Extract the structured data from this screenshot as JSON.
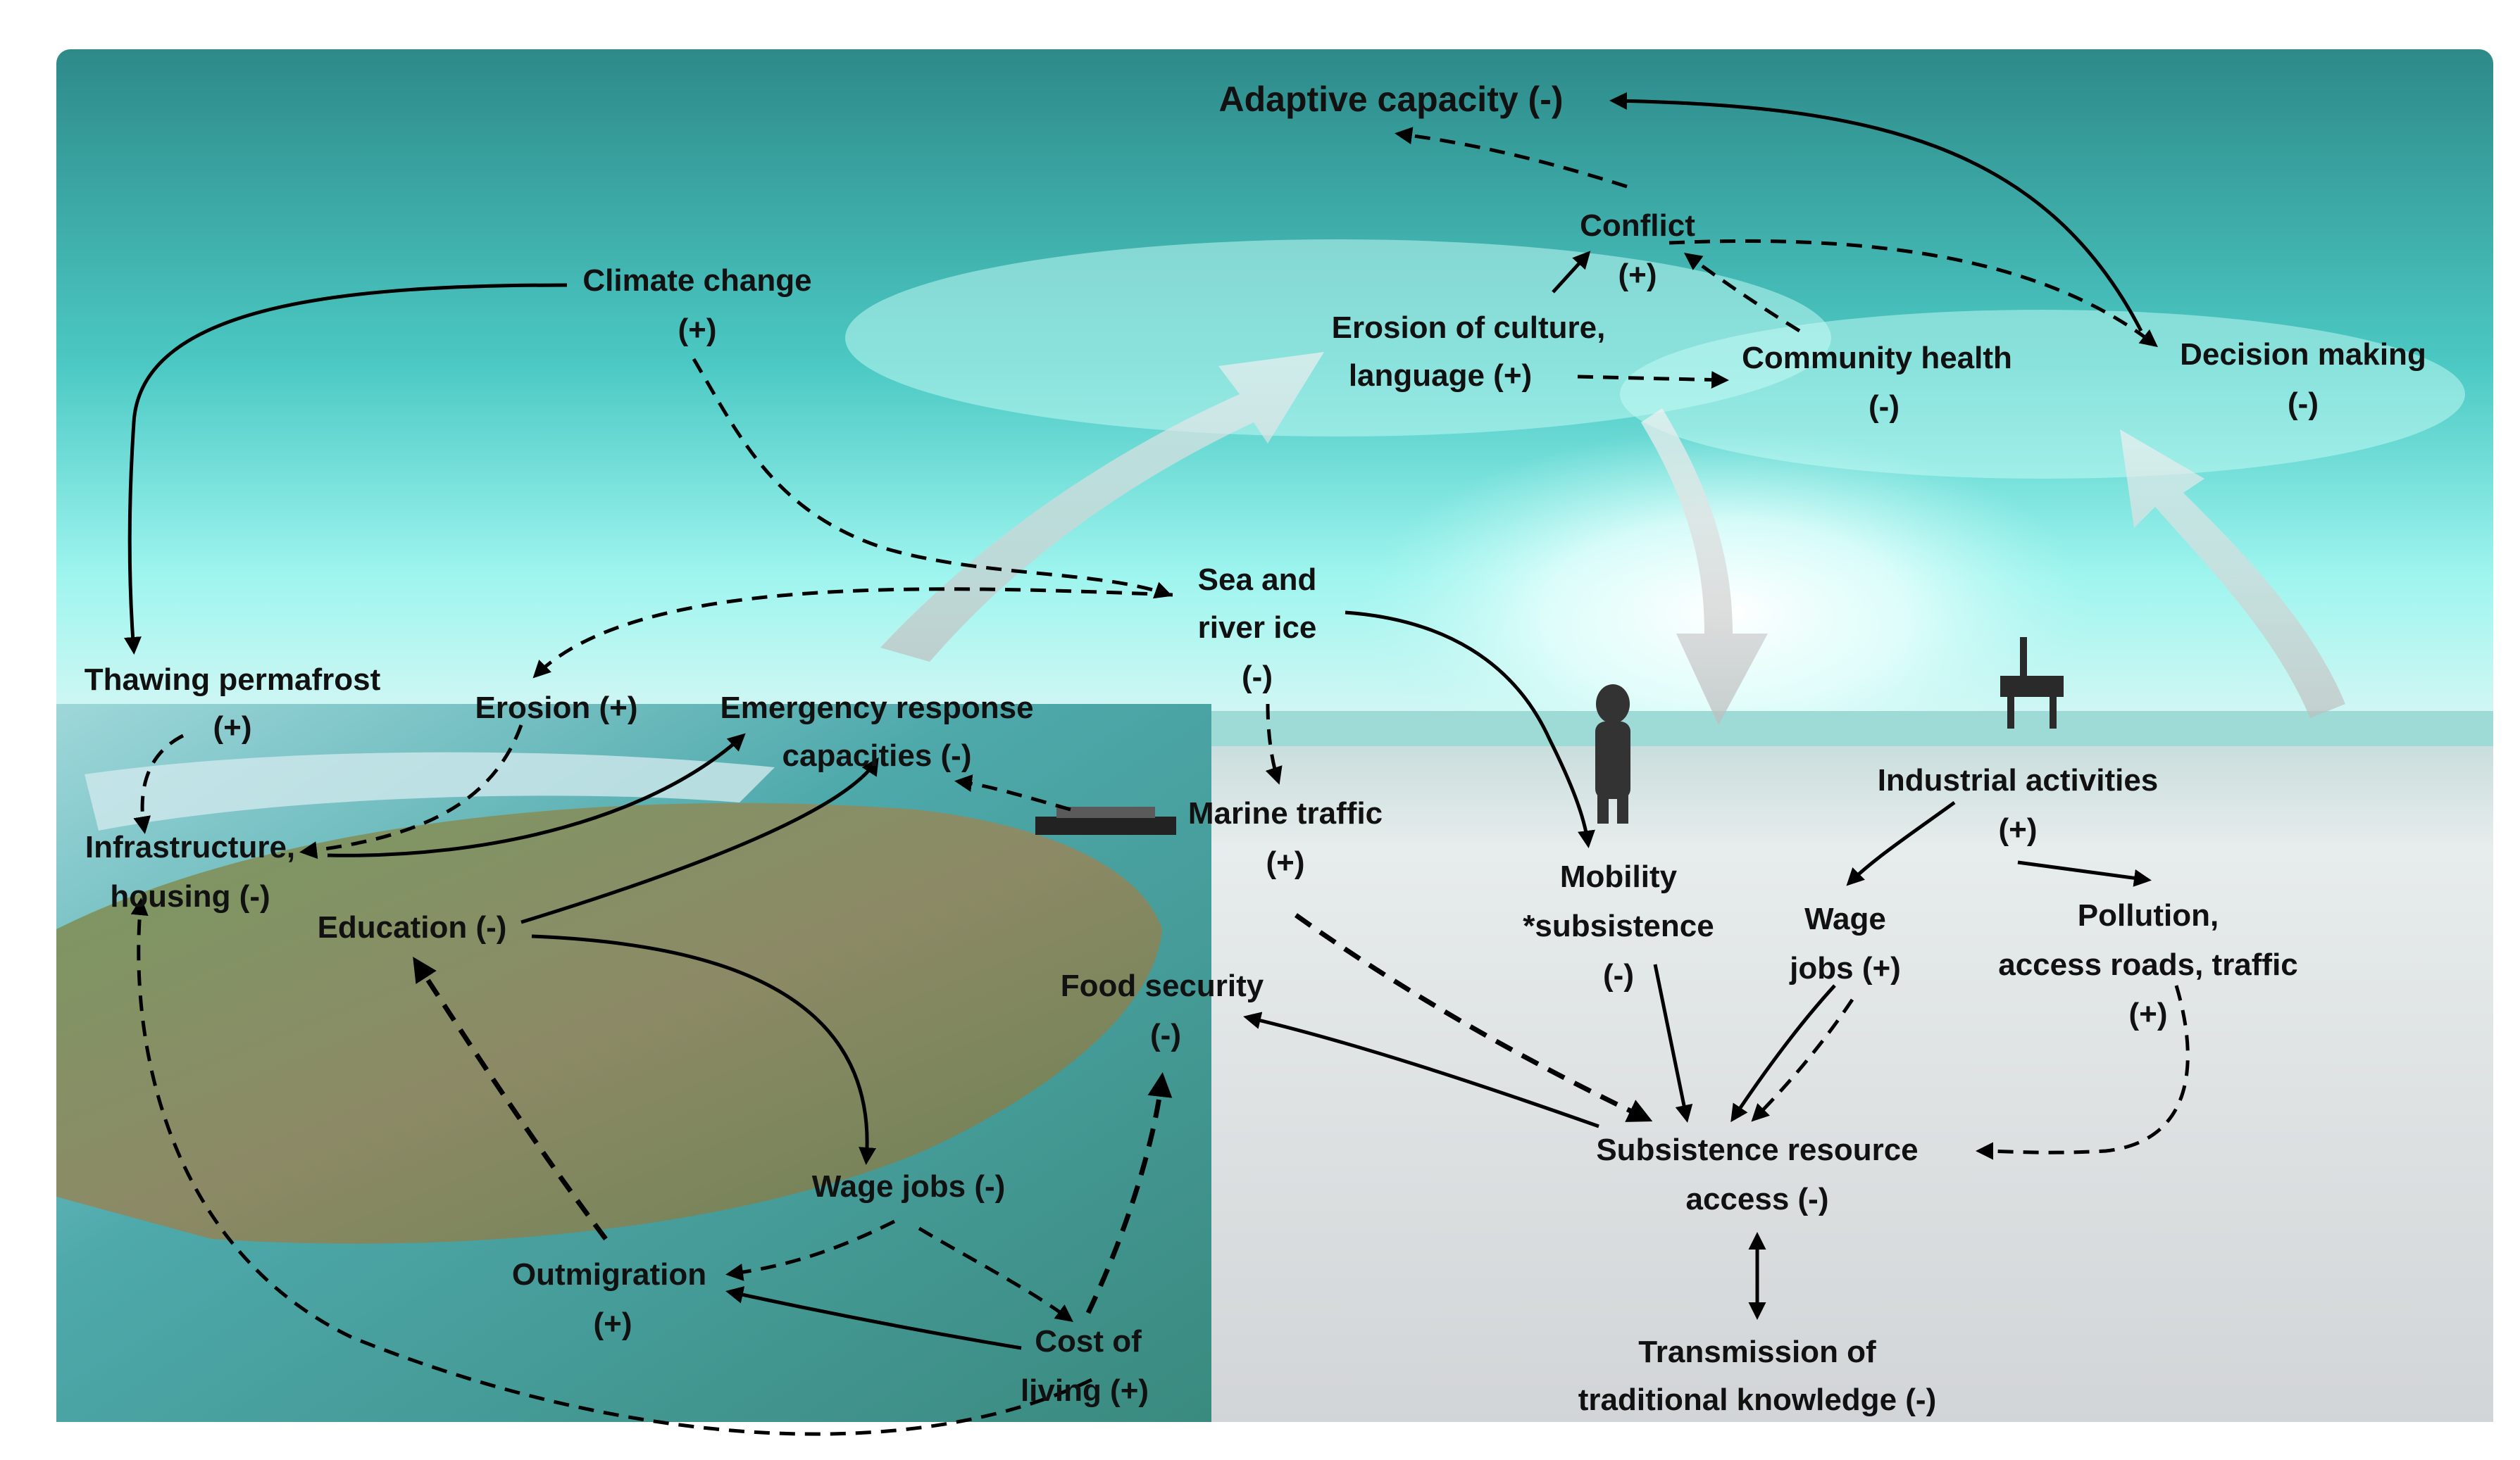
{
  "nodes": {
    "adaptive_capacity": "Adaptive capacity (-)",
    "conflict_1": "Conflict",
    "conflict_2": "(+)",
    "erosion_culture_1": "Erosion of culture,",
    "erosion_culture_2": "language (+)",
    "community_health_1": "Community health",
    "community_health_2": "(-)",
    "decision_making_1": "Decision making",
    "decision_making_2": "(-)",
    "climate_change_1": "Climate change",
    "climate_change_2": "(+)",
    "sea_ice_1": "Sea and",
    "sea_ice_2": "river  ice",
    "sea_ice_3": "(-)",
    "thawing_1": "Thawing permafrost",
    "thawing_2": "(+)",
    "erosion": "Erosion (+)",
    "emergency_1": "Emergency response",
    "emergency_2": "capacities (-)",
    "infrastructure_1": "Infrastructure,",
    "infrastructure_2": "housing (-)",
    "education": "Education (-)",
    "marine_traffic_1": "Marine traffic",
    "marine_traffic_2": "(+)",
    "industrial_1": "Industrial activities",
    "industrial_2": "(+)",
    "mobility_1": "Mobility",
    "mobility_2": "*subsistence",
    "mobility_3": "(-)",
    "wage_right_1": "Wage",
    "wage_right_2": "jobs (+)",
    "pollution_1": "Pollution,",
    "pollution_2": "access roads, traffic",
    "pollution_3": "(+)",
    "food_security_1": "Food security",
    "food_security_2": "(-)",
    "subsistence_access_1": "Subsistence resource",
    "subsistence_access_2": "access (-)",
    "transmission_1": "Transmission of",
    "transmission_2": "traditional knowledge (-)",
    "wage_left": "Wage jobs (-)",
    "outmigration_1": "Outmigration",
    "outmigration_2": "(+)",
    "cost_living_1": "Cost of",
    "cost_living_2": "living (+)"
  },
  "colors": {
    "sky_top": "#2f8f8c",
    "sky_bright": "#7ef0ea",
    "sea": "#3da6a6",
    "ice": "#e4e6e8",
    "land": "#6c8a55",
    "water_left": "#4aa0a0",
    "line": "#000000"
  }
}
